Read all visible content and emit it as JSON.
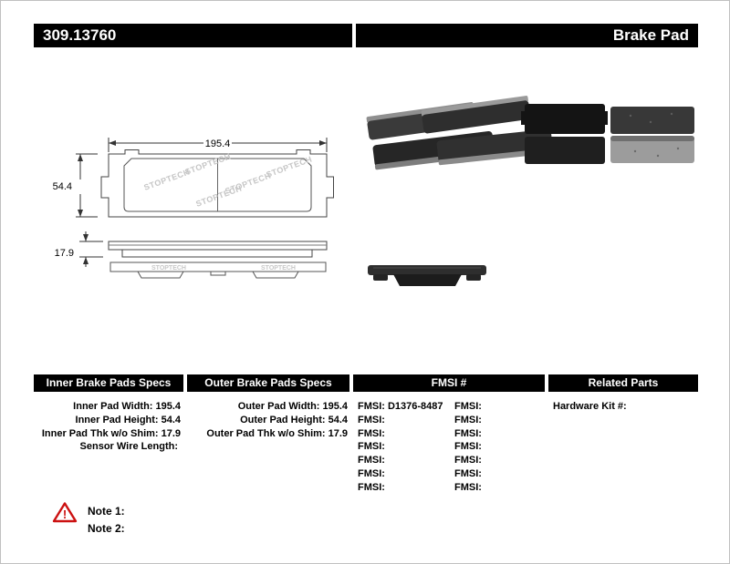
{
  "header": {
    "part_number": "309.13760",
    "title": "Brake Pad"
  },
  "diagram": {
    "width_dim": "195.4",
    "height_dim": "54.4",
    "thickness_dim": "17.9",
    "watermark": "STOPTECH"
  },
  "specs": {
    "inner": {
      "header": "Inner Brake Pads Specs",
      "rows": [
        {
          "label": "Inner Pad Width:",
          "value": "195.4"
        },
        {
          "label": "Inner Pad Height:",
          "value": "54.4"
        },
        {
          "label": "Inner Pad Thk w/o Shim:",
          "value": "17.9"
        },
        {
          "label": "Sensor Wire Length:",
          "value": ""
        }
      ]
    },
    "outer": {
      "header": "Outer Brake Pads Specs",
      "rows": [
        {
          "label": "Outer Pad Width:",
          "value": "195.4"
        },
        {
          "label": "Outer Pad Height:",
          "value": "54.4"
        },
        {
          "label": "Outer Pad Thk w/o Shim:",
          "value": "17.9"
        }
      ]
    },
    "fmsi": {
      "header": "FMSI #",
      "col1": [
        {
          "label": "FMSI:",
          "value": "D1376-8487"
        },
        {
          "label": "FMSI:",
          "value": ""
        },
        {
          "label": "FMSI:",
          "value": ""
        },
        {
          "label": "FMSI:",
          "value": ""
        },
        {
          "label": "FMSI:",
          "value": ""
        },
        {
          "label": "FMSI:",
          "value": ""
        },
        {
          "label": "FMSI:",
          "value": ""
        }
      ],
      "col2": [
        {
          "label": "FMSI:",
          "value": ""
        },
        {
          "label": "FMSI:",
          "value": ""
        },
        {
          "label": "FMSI:",
          "value": ""
        },
        {
          "label": "FMSI:",
          "value": ""
        },
        {
          "label": "FMSI:",
          "value": ""
        },
        {
          "label": "FMSI:",
          "value": ""
        },
        {
          "label": "FMSI:",
          "value": ""
        }
      ]
    },
    "related": {
      "header": "Related Parts",
      "rows": [
        {
          "label": "Hardware Kit #:",
          "value": ""
        }
      ]
    }
  },
  "notes": {
    "warning_glyph": "!",
    "note1": "Note 1:",
    "note2": "Note 2:"
  }
}
